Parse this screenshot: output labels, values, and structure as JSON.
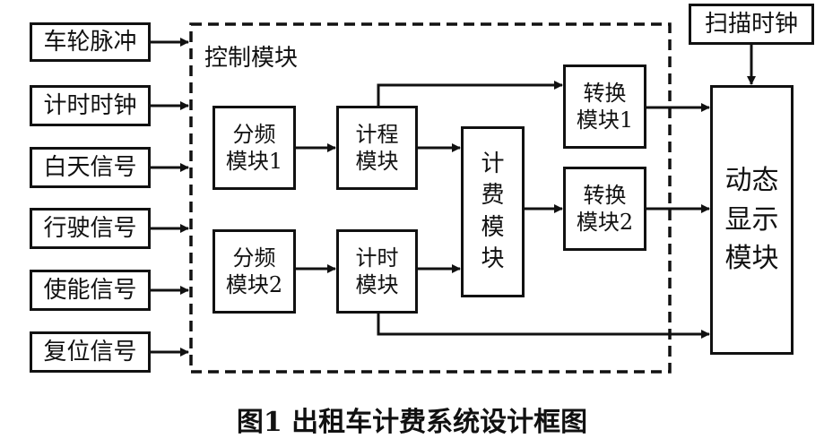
{
  "inputs": [
    "车轮脉冲",
    "计时时钟",
    "白天信号",
    "行驶信号",
    "使能信号",
    "复位信号"
  ],
  "control_label": "控制模块",
  "modules": {
    "div1": "分频\n模块1",
    "div2": "分频\n模块2",
    "mileage": "计程\n模块",
    "timer": "计时\n模块",
    "fare": "计\n费\n模\n块",
    "conv1": "转换\n模块1",
    "conv2": "转换\n模块2",
    "display": "动态\n显示\n模块"
  },
  "scan_clock": "扫描时钟",
  "caption": "图1  出租车计费系统设计框图"
}
